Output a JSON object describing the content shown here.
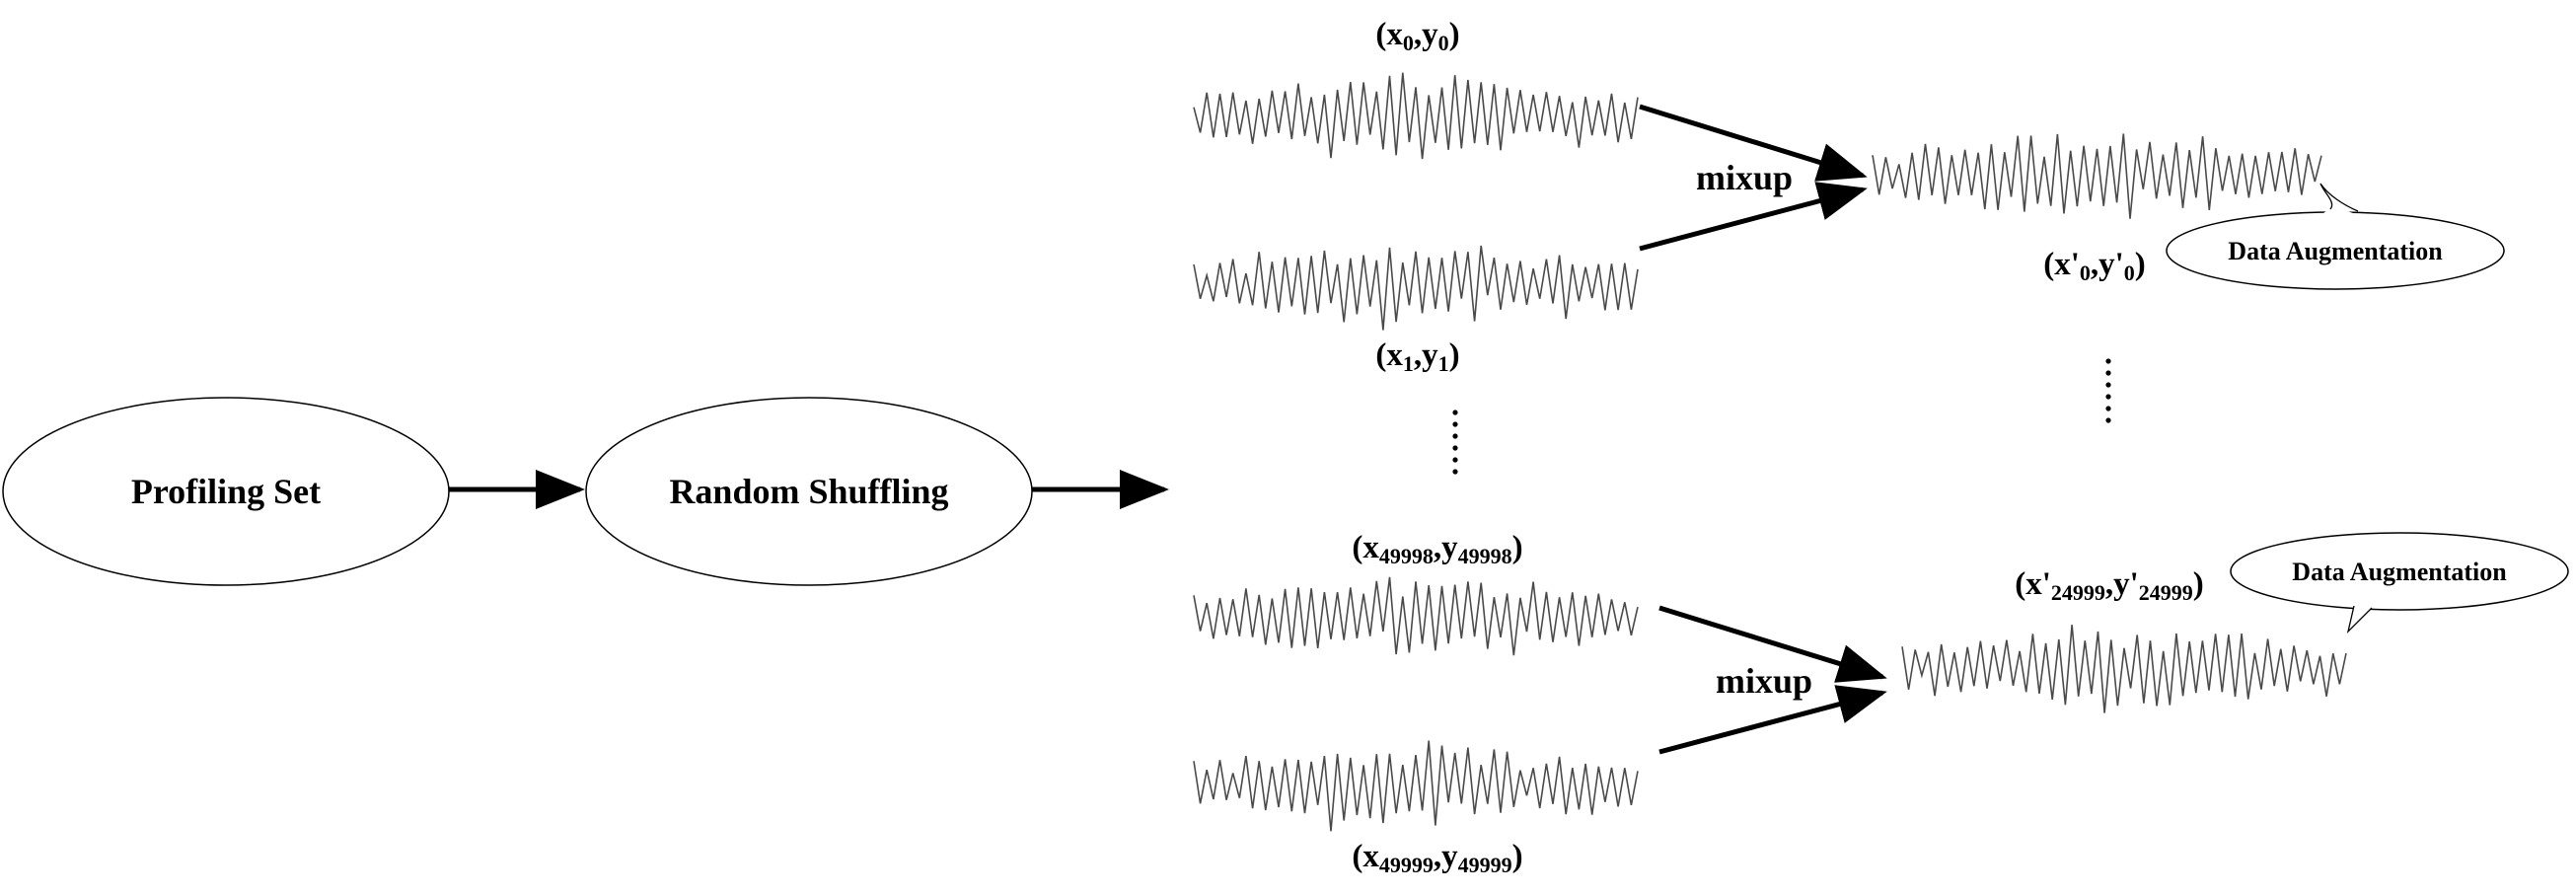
{
  "nodes": {
    "profiling": "Profiling Set",
    "shuffling": "Random Shuffling"
  },
  "mix_ops": [
    "mixup",
    "mixup"
  ],
  "pairs": {
    "top": [
      {
        "x": "x",
        "x_sub": "0",
        "y": "y",
        "y_sub": "0"
      },
      {
        "x": "x",
        "x_sub": "1",
        "y": "y",
        "y_sub": "1"
      }
    ],
    "bottom": [
      {
        "x": "x",
        "x_sub": "49998",
        "y": "y",
        "y_sub": "49998"
      },
      {
        "x": "x",
        "x_sub": "49999",
        "y": "y",
        "y_sub": "49999"
      }
    ]
  },
  "outputs": [
    {
      "x": "x'",
      "x_sub": "0",
      "y": "y'",
      "y_sub": "0",
      "note": "Data Augmentation"
    },
    {
      "x": "x'",
      "x_sub": "24999",
      "y": "y'",
      "y_sub": "24999",
      "note": "Data Augmentation"
    }
  ],
  "colors": {
    "stroke": "#000000",
    "fill": "#ffffff",
    "trace": "#4a4a4a"
  }
}
